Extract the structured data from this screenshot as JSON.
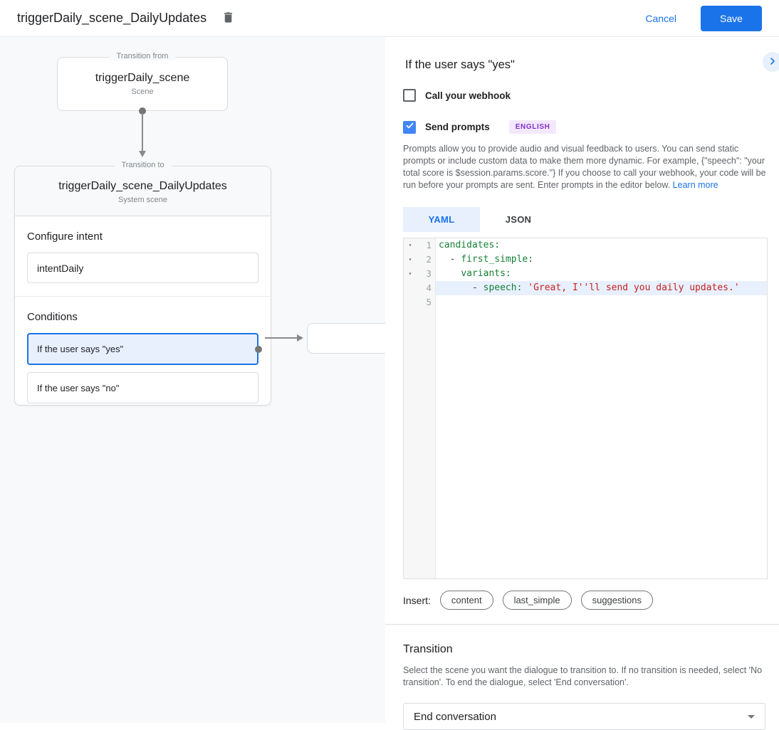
{
  "header": {
    "title": "triggerDaily_scene_DailyUpdates",
    "cancel_label": "Cancel",
    "save_label": "Save"
  },
  "canvas": {
    "transition_from": {
      "label": "Transition from",
      "name": "triggerDaily_scene",
      "type": "Scene"
    },
    "transition_to": {
      "label": "Transition to",
      "name": "triggerDaily_scene_DailyUpdates",
      "type": "System scene"
    },
    "configure_intent": {
      "heading": "Configure intent",
      "value": "intentDaily"
    },
    "conditions": {
      "heading": "Conditions",
      "items": [
        {
          "label": "If the user says \"yes\"",
          "selected": true
        },
        {
          "label": "If the user says \"no\"",
          "selected": false
        }
      ]
    }
  },
  "panel": {
    "title": "If the user says \"yes\"",
    "webhook": {
      "label": "Call your webhook",
      "checked": false
    },
    "send_prompts": {
      "label": "Send prompts",
      "badge": "ENGLISH",
      "checked": true
    },
    "description": "Prompts allow you to provide audio and visual feedback to users. You can send static prompts or include custom data to make them more dynamic. For example, {\"speech\": \"your total score is $session.params.score.\"} If you choose to call your webhook, your code will be run before your prompts are sent. Enter prompts in the editor below. ",
    "learn_more": "Learn more",
    "tabs": [
      {
        "label": "YAML",
        "active": true
      },
      {
        "label": "JSON",
        "active": false
      }
    ],
    "editor": {
      "lines": [
        {
          "number": "1",
          "fold": "▾",
          "active": false,
          "tokens": [
            {
              "t": "candidates:",
              "c": "key"
            }
          ]
        },
        {
          "number": "2",
          "fold": "▾",
          "active": false,
          "tokens": [
            {
              "t": "  - ",
              "c": "punct"
            },
            {
              "t": "first_simple:",
              "c": "key"
            }
          ]
        },
        {
          "number": "3",
          "fold": "▾",
          "active": false,
          "tokens": [
            {
              "t": "    ",
              "c": "punct"
            },
            {
              "t": "variants:",
              "c": "key"
            }
          ]
        },
        {
          "number": "4",
          "fold": "",
          "active": true,
          "tokens": [
            {
              "t": "      - ",
              "c": "punct"
            },
            {
              "t": "speech:",
              "c": "key"
            },
            {
              "t": " ",
              "c": "plain"
            },
            {
              "t": "'Great, I''ll send you daily updates.'",
              "c": "string"
            }
          ]
        },
        {
          "number": "5",
          "fold": "",
          "active": false,
          "tokens": []
        }
      ]
    },
    "insert": {
      "label": "Insert:",
      "chips": [
        "content",
        "last_simple",
        "suggestions"
      ]
    },
    "transition": {
      "heading": "Transition",
      "description": "Select the scene you want the dialogue to transition to. If no transition is needed, select 'No transition'. To end the dialogue, select 'End conversation'.",
      "value": "End conversation"
    }
  },
  "colors": {
    "accent": "#1a73e8",
    "selected_fill": "#e8f0fe",
    "badge_bg": "#f3e8fd",
    "badge_text": "#8430ce",
    "yaml_key": "#188038",
    "yaml_string": "#c5221f"
  }
}
